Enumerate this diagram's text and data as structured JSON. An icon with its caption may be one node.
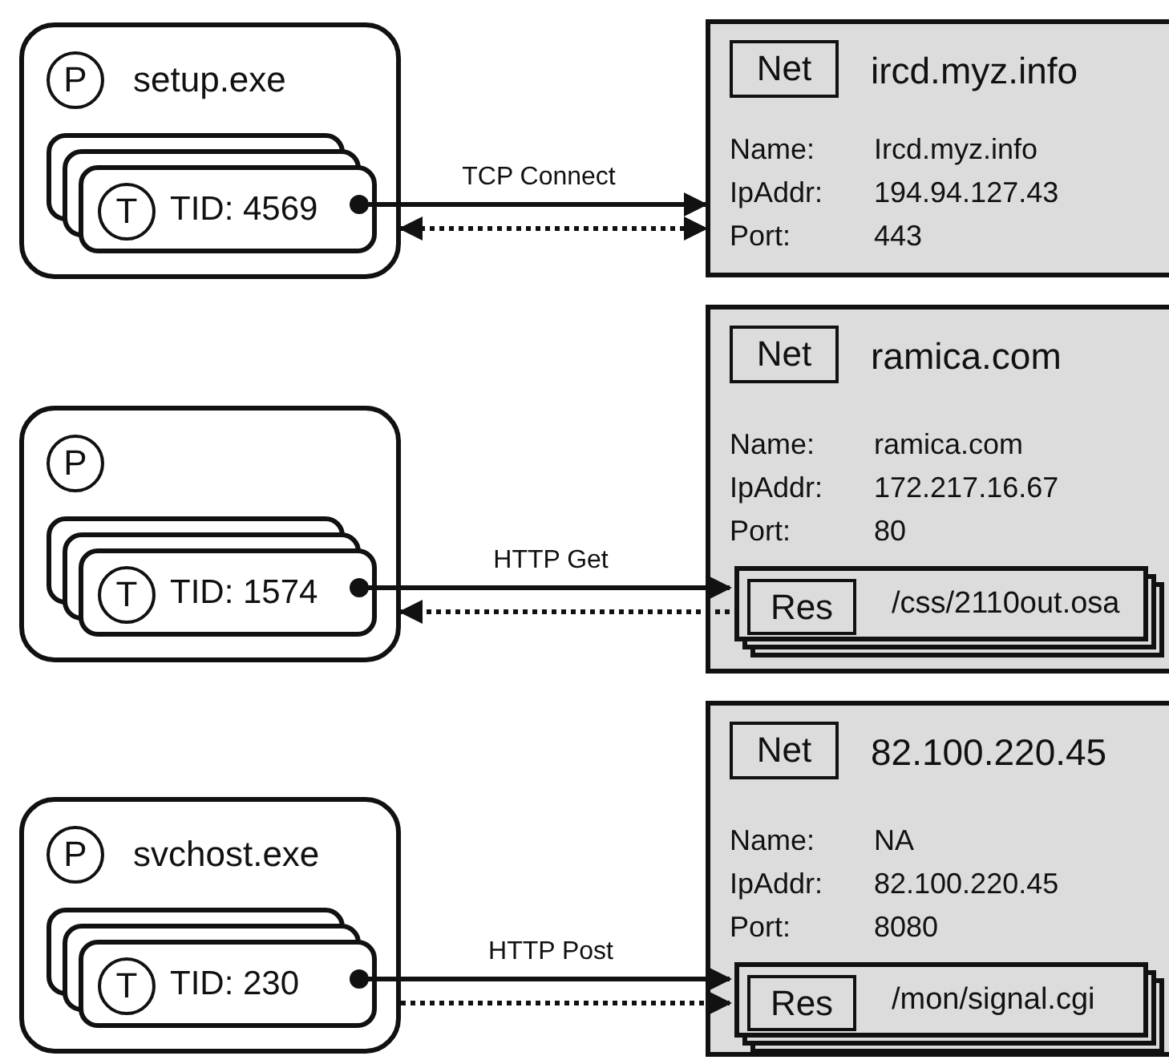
{
  "diagram": {
    "nodes": [
      {
        "text": [
          "setup.exe"
        ]
      },
      {
        "text": [
          "P"
        ],
        "in": 0
      },
      {
        "text": [
          "TID: 4569"
        ],
        "in": 0
      },
      {
        "text": [
          "T"
        ],
        "in": 2
      },
      {
        "text": [
          "ircd.myz.info",
          "Name:",
          "Ircd.myz.info",
          "IpAddr:",
          "194.94.127.43",
          "Port:",
          "443"
        ]
      },
      {
        "text": [
          "Net"
        ],
        "in": 4
      },
      {
        "text": [],
        "shape": "box"
      },
      {
        "text": [
          "P"
        ],
        "in": 6
      },
      {
        "text": [
          "TID: 1574"
        ],
        "in": 6
      },
      {
        "text": [
          "T"
        ],
        "in": 8
      },
      {
        "text": [
          "ramica.com",
          "Name:",
          "ramica.com",
          "IpAddr:",
          "172.217.16.67",
          "Port:",
          "80"
        ]
      },
      {
        "text": [
          "Net"
        ],
        "in": 10
      },
      {
        "text": [
          "/css/2110out.osa"
        ],
        "in": 10
      },
      {
        "text": [
          "Res"
        ],
        "in": 12
      },
      {
        "text": [
          "svchost.exe"
        ]
      },
      {
        "text": [
          "P"
        ],
        "in": 14
      },
      {
        "text": [
          "TID: 230"
        ],
        "in": 14
      },
      {
        "text": [
          "T"
        ],
        "in": 16
      },
      {
        "text": [
          "82.100.220.45",
          "Name:",
          "NA",
          "IpAddr:",
          "82.100.220.45",
          "Port:",
          "8080"
        ]
      },
      {
        "text": [
          "Net"
        ],
        "in": 18
      },
      {
        "text": [
          "/mon/signal.cgi"
        ],
        "in": 18
      },
      {
        "text": [
          "Res"
        ],
        "in": 20
      }
    ],
    "edges": [
      {
        "from": 2,
        "to": 4,
        "arrow": "to",
        "label": "TCP Connect"
      },
      {
        "from": 0,
        "to": 4,
        "arrow": "both",
        "style": "dashed"
      },
      {
        "from": 8,
        "to": 12,
        "arrow": "to",
        "label": "HTTP Get"
      },
      {
        "from": 12,
        "to": 6,
        "arrow": "to",
        "style": "dashed"
      },
      {
        "from": 16,
        "to": 20,
        "arrow": "to",
        "label": "HTTP Post"
      },
      {
        "from": 14,
        "to": 20,
        "arrow": "to",
        "style": "dashed"
      }
    ]
  }
}
